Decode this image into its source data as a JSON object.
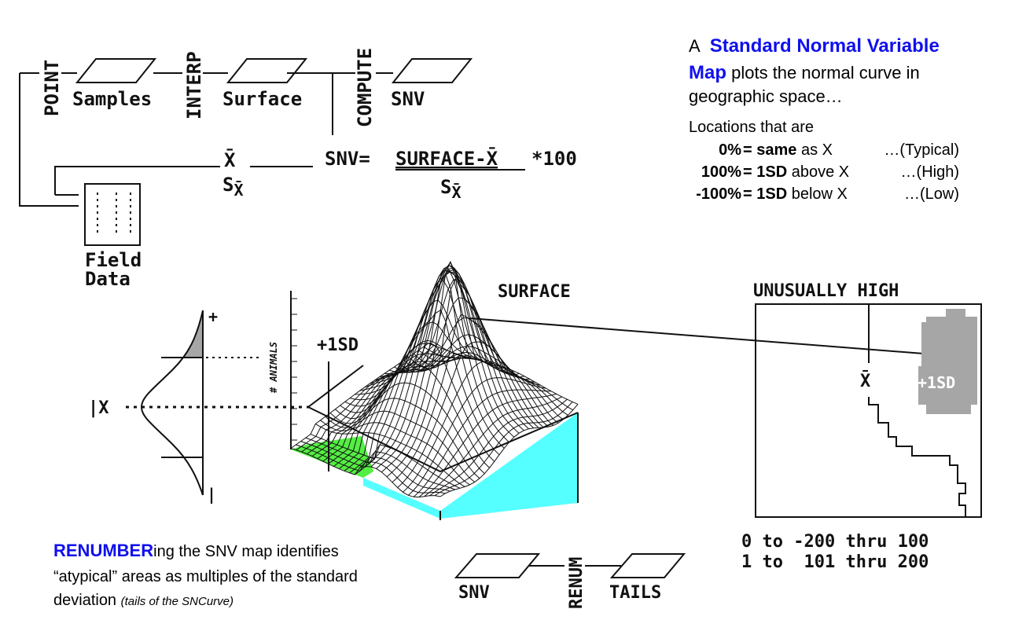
{
  "flow": {
    "point": "POINT",
    "samples": "Samples",
    "interp": "INTERP",
    "surface": "Surface",
    "compute": "COMPUTE",
    "snv": "SNV",
    "field": "Field",
    "data": "Data",
    "xbar": "X̄",
    "sx": "S",
    "sx_sub": "X̄",
    "formula_lhs": "SNV=",
    "formula_num": "SURFACE-X̄",
    "formula_mult": "*100",
    "formula_den": "S",
    "formula_den_sub": "X̄"
  },
  "description": {
    "a": "A",
    "title1": "Standard Normal Variable",
    "title2": "Map",
    "line1_rest": " plots the normal curve in",
    "line2": "geographic space…",
    "line3": "Locations that are",
    "rows": [
      {
        "pct": "0%",
        "eq": " = ",
        "bold": "same",
        "rest": " as X",
        "note": "…(Typical)"
      },
      {
        "pct": "100%",
        "eq": " = ",
        "bold": "1SD",
        "rest": " above X",
        "note": "…(High)"
      },
      {
        "pct": "-100%",
        "eq": " = ",
        "bold": "1SD",
        "rest": " below X",
        "note": "…(Low)"
      }
    ]
  },
  "plot": {
    "plus": "+",
    "minus": "|",
    "xmark": "|X",
    "surface_label": "SURFACE",
    "sd_label": "+1SD",
    "axis_label": "# ANIMALS"
  },
  "map": {
    "title": "UNUSUALLY HIGH",
    "xbar": "X̄",
    "sd": "+1SD",
    "legend": [
      "0 to -200 thru 100",
      "1 to  101 thru 200"
    ]
  },
  "renumber": {
    "bold": "RENUMBER",
    "line1_rest": "ing the SNV map identifies",
    "line2": "“atypical” areas as multiples of the standard",
    "line3": "deviation ",
    "line3_italic": "(tails of the SNCurve)",
    "snv": "SNV",
    "renum": "RENUM",
    "tails": "TAILS"
  },
  "colors": {
    "blue": "#1010ee",
    "green": "#55ee44",
    "cyan": "#55ffff",
    "gray": "#a6a6a6"
  }
}
